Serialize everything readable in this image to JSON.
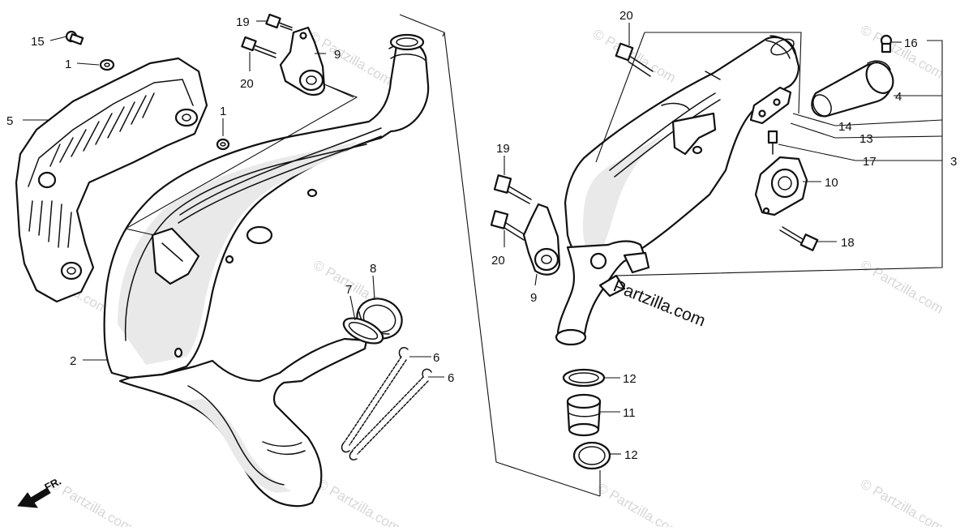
{
  "watermark": {
    "text": "© Partzilla.com"
  },
  "site_label": "Partzilla.com",
  "front_marker": {
    "label": "FR."
  },
  "callouts": {
    "c15": "15",
    "c1a": "1",
    "c5": "5",
    "c1b": "1",
    "c2": "2",
    "c19a": "19",
    "c20a": "20",
    "c9a": "9",
    "c8": "8",
    "c7": "7",
    "c6a": "6",
    "c6b": "6",
    "c20b": "20",
    "c19b": "19",
    "c20c": "20",
    "c9b": "9",
    "c16": "16",
    "c4": "4",
    "c14": "14",
    "c13": "13",
    "c17": "17",
    "c3": "3",
    "c10": "10",
    "c18": "18",
    "c12a": "12",
    "c11": "11",
    "c12b": "12"
  }
}
